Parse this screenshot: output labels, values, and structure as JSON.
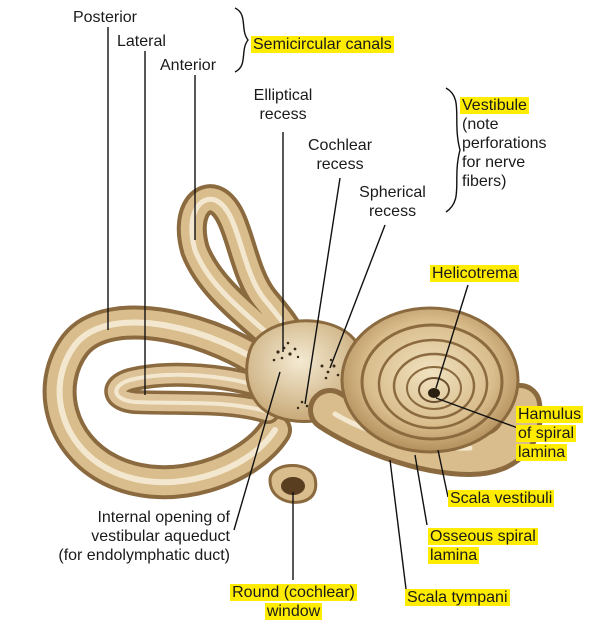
{
  "labels": {
    "posterior": "Posterior",
    "lateral": "Lateral",
    "anterior": "Anterior",
    "semicircular_canals": "Semicircular canals",
    "elliptical_recess": [
      "Elliptical",
      "recess"
    ],
    "cochlear_recess": [
      "Cochlear",
      "recess"
    ],
    "spherical_recess": [
      "Spherical",
      "recess"
    ],
    "vestibule": "Vestibule",
    "vestibule_note": [
      "(note",
      "perforations",
      "for nerve",
      "fibers)"
    ],
    "helicotrema": "Helicotrema",
    "hamulus": [
      "Hamulus",
      "of spiral",
      "lamina"
    ],
    "scala_vestibuli": "Scala vestibuli",
    "osseous_spiral_lamina": [
      "Osseous spiral",
      "lamina"
    ],
    "scala_tympani": "Scala tympani",
    "round_window": [
      "Round (cochlear)",
      "window"
    ],
    "internal_opening": [
      "Internal opening of",
      "vestibular aqueduct",
      "(for endolymphatic duct)"
    ]
  },
  "colors": {
    "highlight": "#ffec00",
    "bone_light": "#e6d4ab",
    "bone_mid": "#c9a874",
    "bone_dark": "#8a6a3e",
    "lumen": "#f3e8cf"
  }
}
